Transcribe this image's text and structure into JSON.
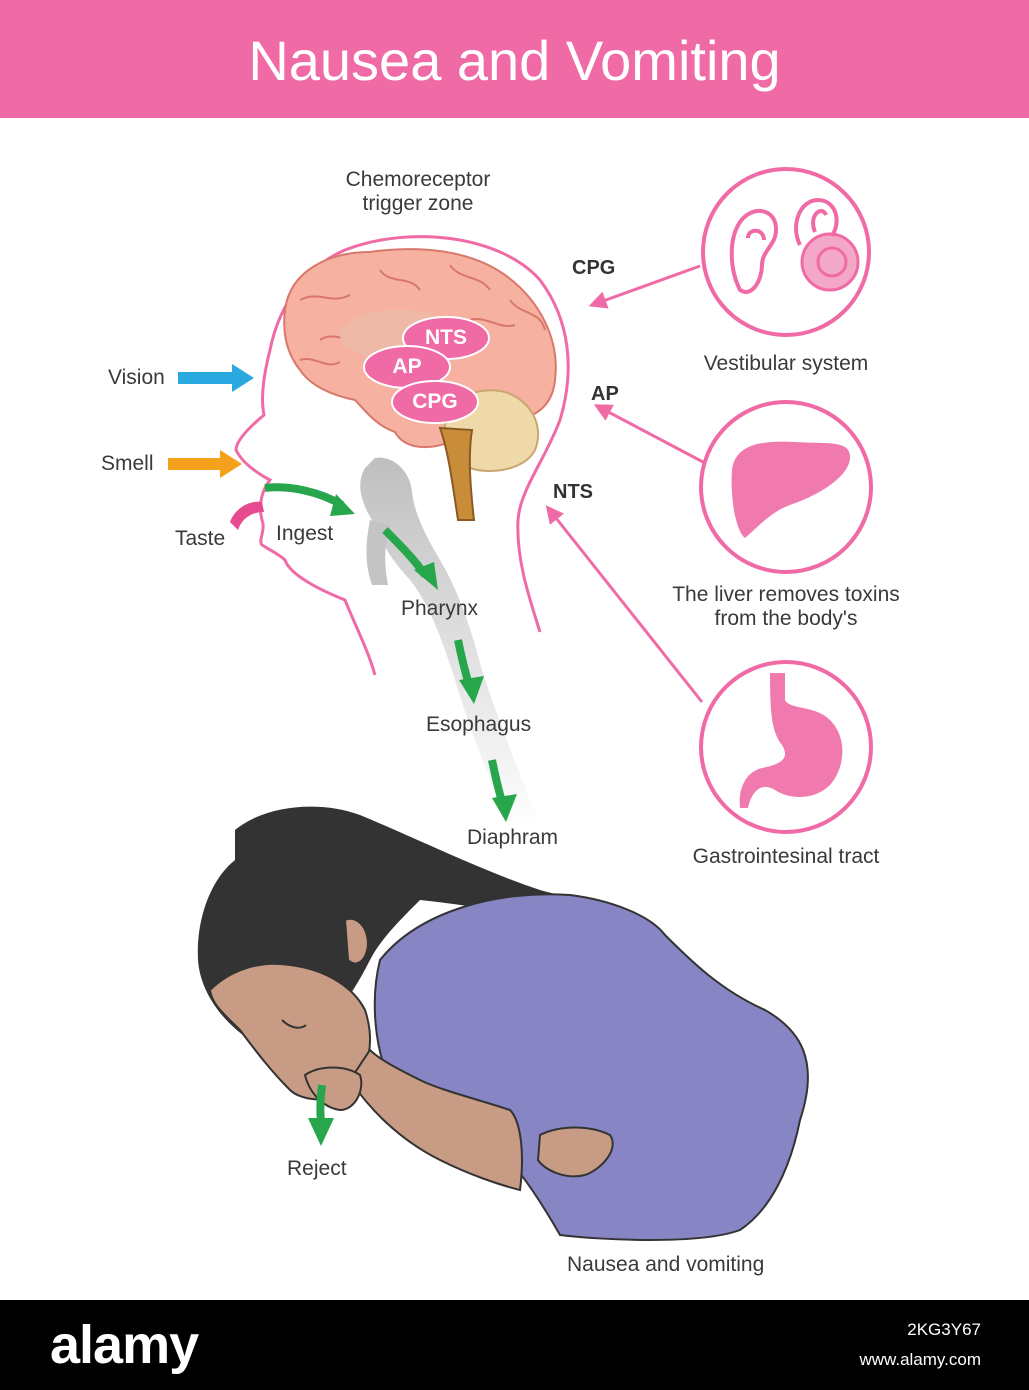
{
  "title": "Nausea and Vomiting",
  "brain": {
    "zone_label": [
      "Chemoreceptor",
      "trigger zone"
    ],
    "pills": [
      "NTS",
      "AP",
      "CPG"
    ]
  },
  "inputs": {
    "vision": "Vision",
    "smell": "Smell",
    "taste": "Taste",
    "ingest": "Ingest"
  },
  "tract": {
    "pharynx": "Pharynx",
    "esophagus": "Esophagus",
    "diaphram": "Diaphram"
  },
  "pathways": {
    "cpg": "CPG",
    "ap": "AP",
    "nts": "NTS"
  },
  "organs": {
    "vestibular": "Vestibular system",
    "liver": [
      "The liver removes toxins",
      "from the body's"
    ],
    "gi": "Gastrointesinal tract"
  },
  "person": {
    "reject": "Reject",
    "caption": "Nausea and vomiting"
  },
  "colors": {
    "pink": "#f06aa6",
    "blue_arrow": "#2aa8e0",
    "orange_arrow": "#f4a21c",
    "green_arrow": "#27a64c"
  },
  "footer": {
    "logo": "alamy",
    "image_id": "2KG3Y67",
    "url": "www.alamy.com"
  }
}
